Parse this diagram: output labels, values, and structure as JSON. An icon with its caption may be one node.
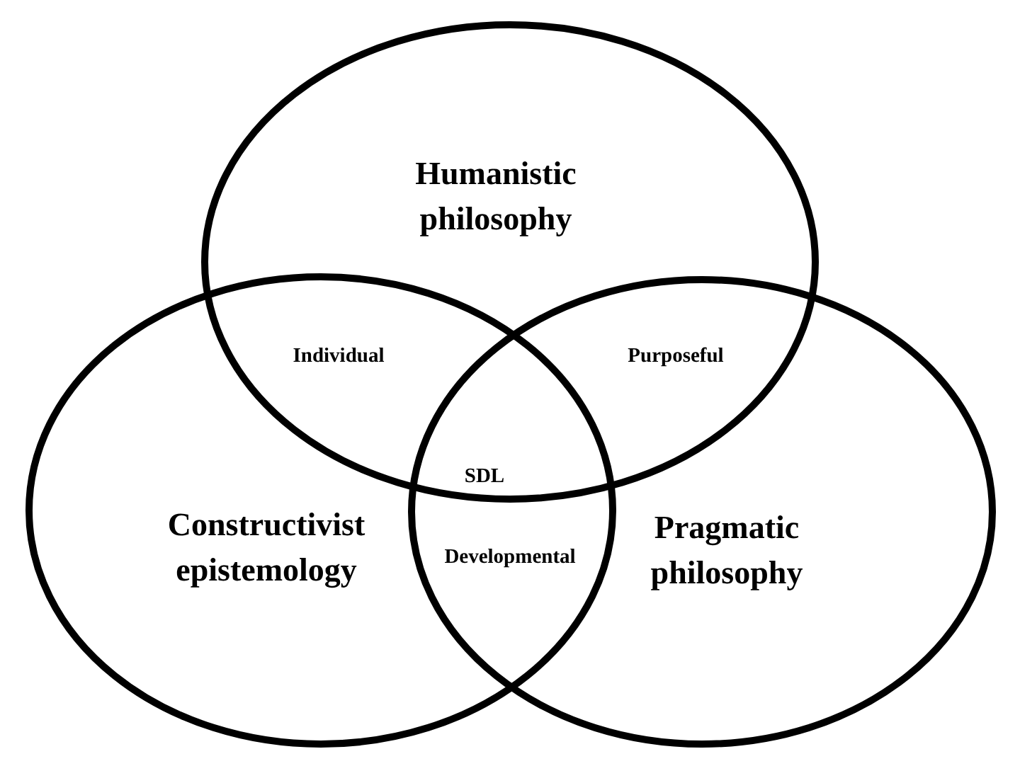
{
  "diagram": {
    "nodes": [
      {
        "text": [
          "Humanistic philosophy"
        ]
      },
      {
        "text": [
          "Constructivist epistemology"
        ]
      },
      {
        "text": [
          "Pragmatic philosophy"
        ]
      }
    ],
    "labels": [
      "Individual",
      "Purposeful",
      "SDL",
      "Developmental"
    ]
  }
}
